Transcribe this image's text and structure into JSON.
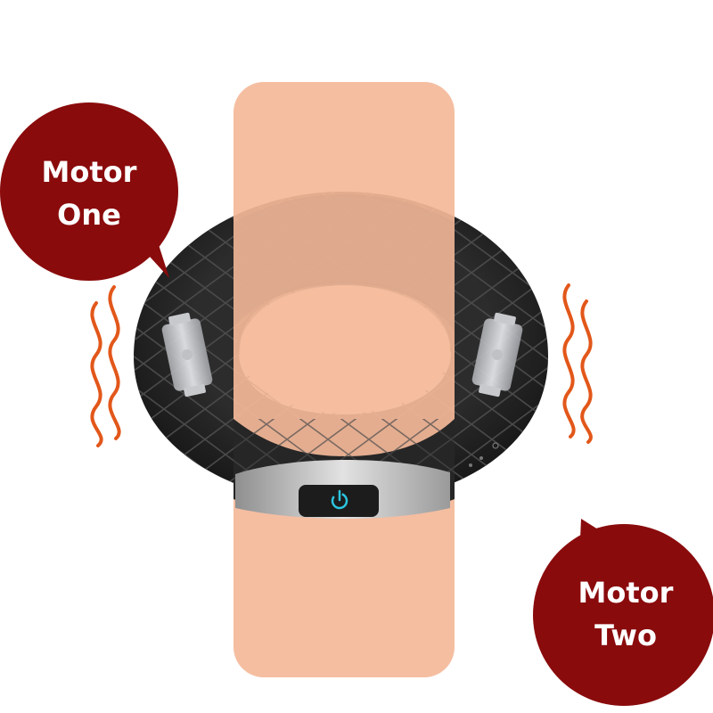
{
  "callouts": [
    {
      "line1": "Motor",
      "line2": "One"
    },
    {
      "line1": "Motor",
      "line2": "Two"
    }
  ],
  "colors": {
    "bubble": "#8a0b0c",
    "column": "#f4b999",
    "ring": "#242424",
    "ring_highlight": "#3e3e3e",
    "vibration": "#e2571a",
    "power_glow": "#2bc4df",
    "panel": "#c9c9c9"
  },
  "icons": {
    "power": "power-icon",
    "vibration": "vibration-wave-icon",
    "motor": "motor-icon"
  }
}
